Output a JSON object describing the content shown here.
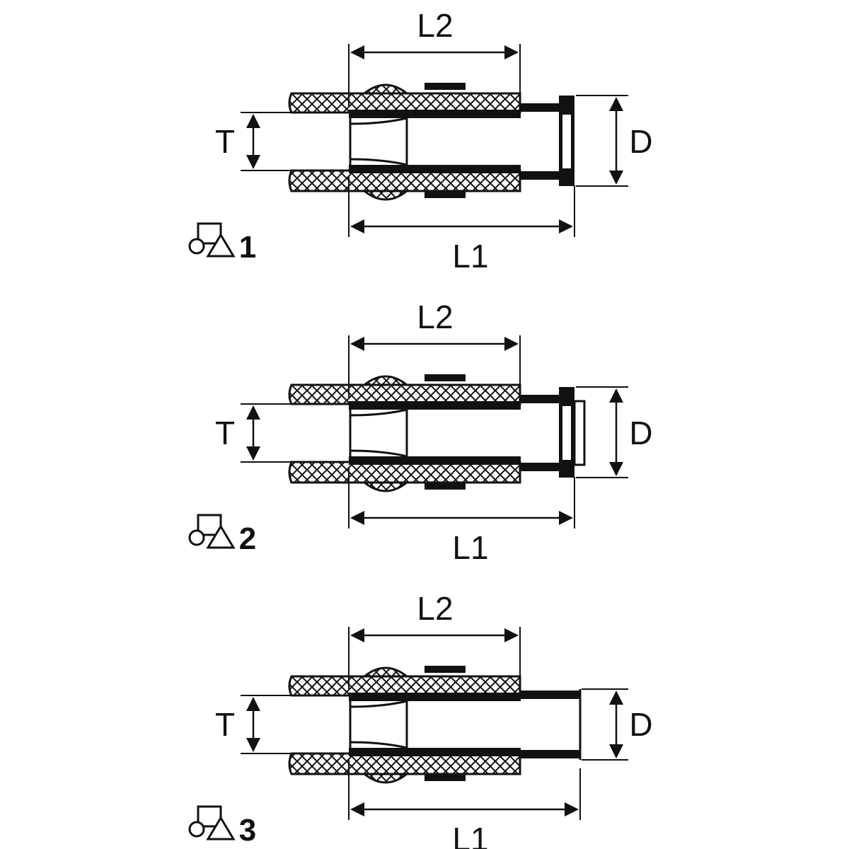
{
  "figures": [
    {
      "number": "1",
      "labels": {
        "l2": "L2",
        "l1": "L1",
        "t": "T",
        "d": "D"
      },
      "end_type": "flanged-tail"
    },
    {
      "number": "2",
      "labels": {
        "l2": "L2",
        "l1": "L1",
        "t": "T",
        "d": "D"
      },
      "end_type": "flanged-tail-with-nose"
    },
    {
      "number": "3",
      "labels": {
        "l2": "L2",
        "l1": "L1",
        "t": "T",
        "d": "D"
      },
      "end_type": "plain-tube"
    }
  ],
  "icon": "circle-square-triangle-symbol-icon",
  "colors": {
    "line": "#111111",
    "background": "#ffffff"
  }
}
